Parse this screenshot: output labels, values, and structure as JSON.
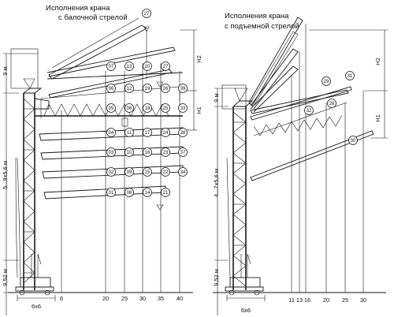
{
  "left": {
    "title": [
      "Исполнения крана",
      "с балочной стрелой"
    ],
    "dim_top": "9 м",
    "dim_mid": "5...9x5,6 м",
    "dim_low": "9,52 м",
    "h1": "H1",
    "h2": "H2",
    "base": "6x6",
    "ticks": [
      "6",
      "20",
      "25",
      "30",
      "35",
      "40"
    ],
    "badges": [
      {
        "n": "27"
      },
      {
        "n": "07"
      },
      {
        "n": "13"
      },
      {
        "n": "20"
      },
      {
        "n": "27"
      },
      {
        "n": "06"
      },
      {
        "n": "12"
      },
      {
        "n": "19"
      },
      {
        "n": "26"
      },
      {
        "n": "39"
      },
      {
        "n": "05"
      },
      {
        "n": "06"
      },
      {
        "n": "18"
      },
      {
        "n": "25"
      },
      {
        "n": "33"
      },
      {
        "n": "04"
      },
      {
        "n": "11"
      },
      {
        "n": "17"
      },
      {
        "n": "24"
      },
      {
        "n": "38"
      },
      {
        "n": "03"
      },
      {
        "n": "10"
      },
      {
        "n": "16"
      },
      {
        "n": "23"
      },
      {
        "n": "37"
      },
      {
        "n": "02"
      },
      {
        "n": "09"
      },
      {
        "n": "15"
      },
      {
        "n": "22"
      },
      {
        "n": "34"
      },
      {
        "n": "01"
      },
      {
        "n": "08"
      },
      {
        "n": "14"
      },
      {
        "n": "21"
      }
    ]
  },
  "right": {
    "title": [
      "Исполнения крана",
      "с подъемной стрелой"
    ],
    "dim_top": "9 м",
    "dim_mid": "4...7x5,6 м",
    "dim_low": "9,52 м",
    "h1": "H1",
    "h2": "H2",
    "base": "6x6",
    "ticks": [
      "11",
      "13",
      "16",
      "20",
      "25",
      "30"
    ],
    "badges": [
      {
        "n": "29"
      },
      {
        "n": "31"
      },
      {
        "n": "28"
      },
      {
        "n": "32"
      },
      {
        "n": "30"
      }
    ]
  }
}
